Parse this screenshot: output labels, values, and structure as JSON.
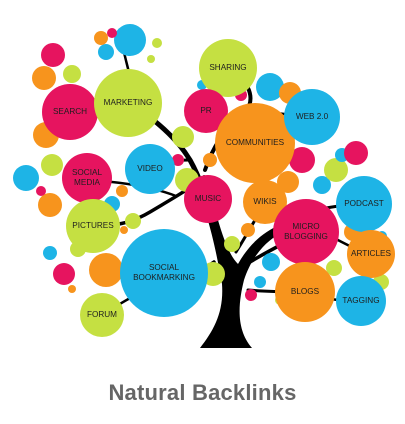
{
  "diagram": {
    "title": "Natural Backlinks",
    "colors": {
      "trunk": "#000000",
      "lime": "#c5e042",
      "orange": "#f7941d",
      "magenta": "#e6145f",
      "cyan": "#1eb4e6",
      "caption": "#666666"
    },
    "nodes": [
      {
        "id": "search",
        "label": "SEARCH",
        "color": "magenta"
      },
      {
        "id": "marketing",
        "label": "MARKETING",
        "color": "lime"
      },
      {
        "id": "sharing",
        "label": "SHARING",
        "color": "lime"
      },
      {
        "id": "pr",
        "label": "PR",
        "color": "magenta"
      },
      {
        "id": "communities",
        "label": "COMMUNITIES",
        "color": "orange"
      },
      {
        "id": "web20",
        "label": "WEB 2.0",
        "color": "cyan"
      },
      {
        "id": "social-media",
        "label": "SOCIAL\nMEDIA",
        "color": "magenta"
      },
      {
        "id": "video",
        "label": "VIDEO",
        "color": "cyan"
      },
      {
        "id": "music",
        "label": "MUSIC",
        "color": "magenta"
      },
      {
        "id": "wikis",
        "label": "WIKIS",
        "color": "orange"
      },
      {
        "id": "podcast",
        "label": "PODCAST",
        "color": "cyan"
      },
      {
        "id": "pictures",
        "label": "PICTURES",
        "color": "lime"
      },
      {
        "id": "micro-blogging",
        "label": "MICRO\nBLOGGING",
        "color": "magenta"
      },
      {
        "id": "articles",
        "label": "ARTICLES",
        "color": "orange"
      },
      {
        "id": "social-bookmarking",
        "label": "SOCIAL\nBOOKMARKING",
        "color": "cyan"
      },
      {
        "id": "blogs",
        "label": "BLOGS",
        "color": "orange"
      },
      {
        "id": "tagging",
        "label": "TAGGING",
        "color": "cyan"
      },
      {
        "id": "forum",
        "label": "FORUM",
        "color": "lime"
      }
    ]
  }
}
